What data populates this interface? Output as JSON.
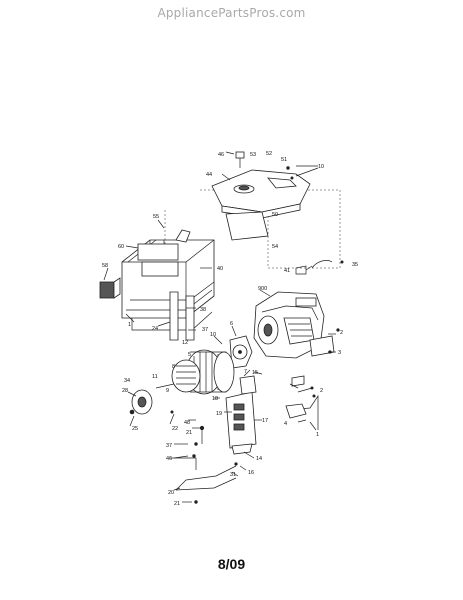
{
  "header": {
    "site_name": "AppliancePartsPros.com"
  },
  "footer": {
    "date_code": "8/09"
  },
  "diagram": {
    "callouts": [
      "46",
      "53",
      "52",
      "51",
      "10",
      "44",
      "55",
      "50",
      "60",
      "54",
      "40",
      "41",
      "35",
      "58",
      "900",
      "38",
      "1",
      "24",
      "37",
      "6",
      "2",
      "12",
      "10",
      "8",
      "5",
      "3",
      "15",
      "7",
      "11",
      "34",
      "9",
      "2",
      "28",
      "18",
      "19",
      "17",
      "48",
      "22",
      "25",
      "21",
      "37",
      "14",
      "16",
      "46",
      "31",
      "20",
      "21",
      "1",
      "4"
    ]
  }
}
